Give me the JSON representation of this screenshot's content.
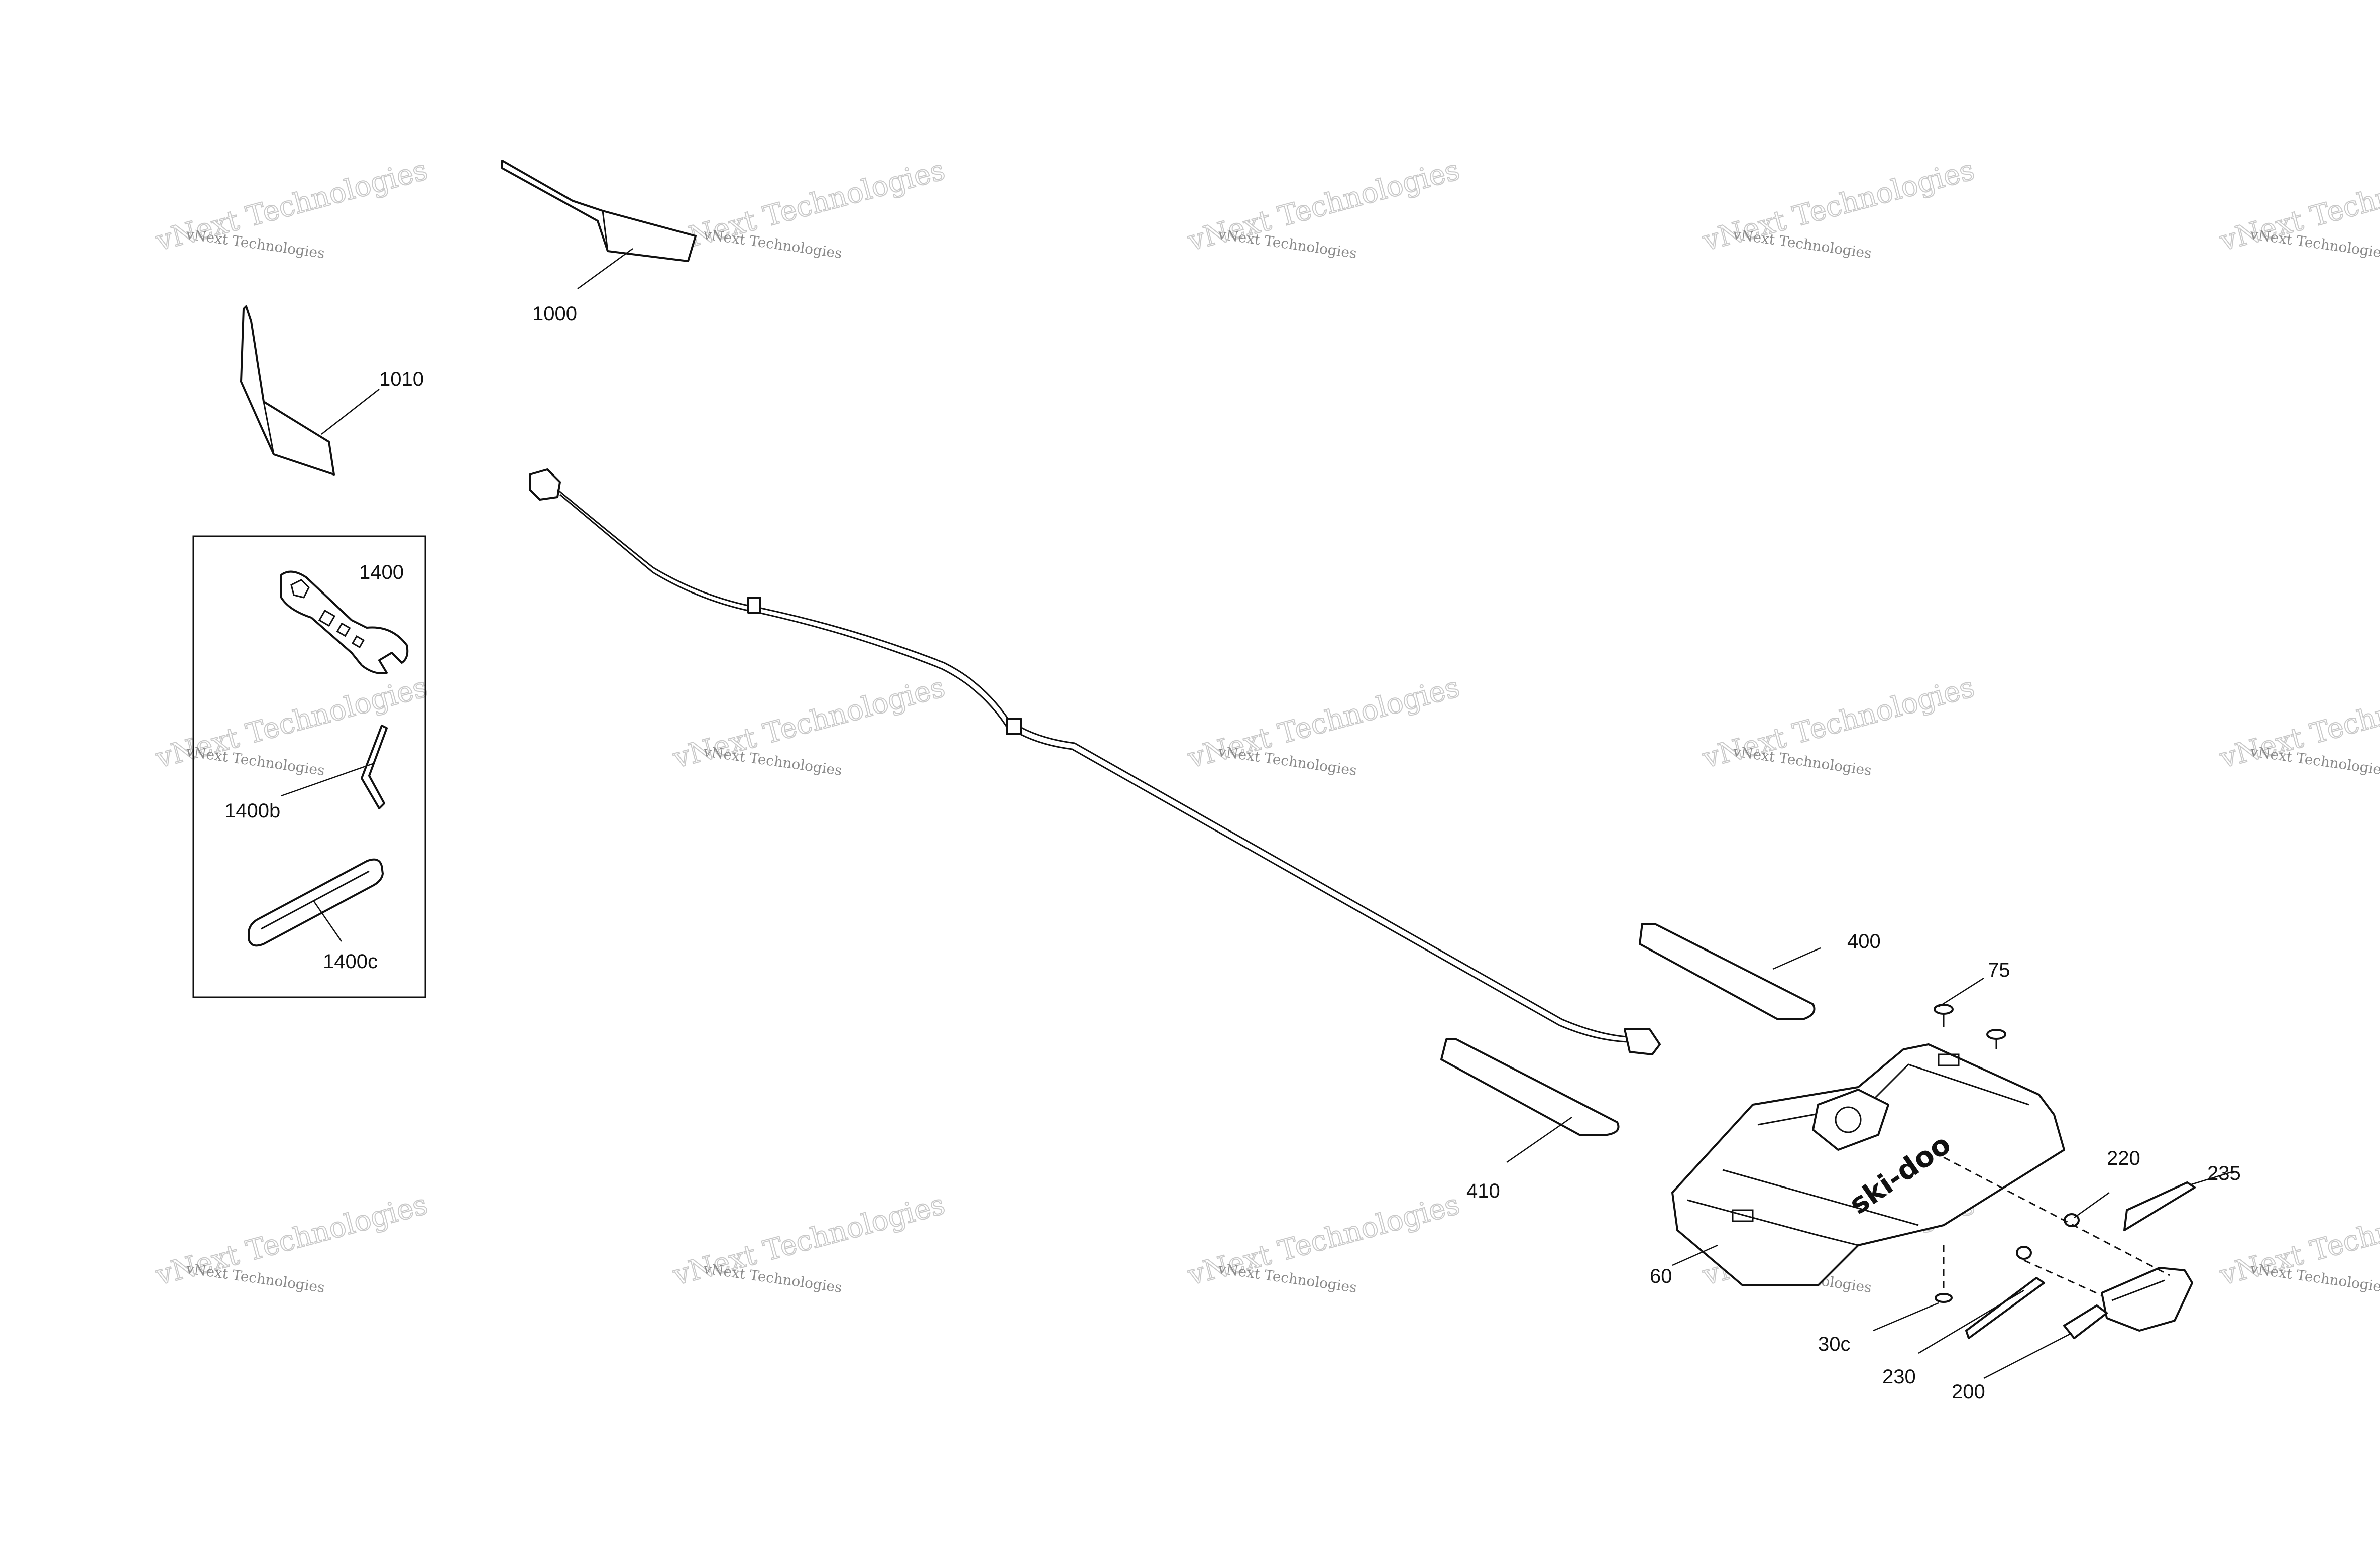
{
  "callouts": [
    {
      "id": "c1000",
      "label": "1000"
    },
    {
      "id": "c1010",
      "label": "1010"
    },
    {
      "id": "c1400",
      "label": "1400"
    },
    {
      "id": "c1400b",
      "label": "1400b"
    },
    {
      "id": "c1400c",
      "label": "1400c"
    },
    {
      "id": "c400",
      "label": "400"
    },
    {
      "id": "c75",
      "label": "75"
    },
    {
      "id": "c410",
      "label": "410"
    },
    {
      "id": "c220",
      "label": "220"
    },
    {
      "id": "c235",
      "label": "235"
    },
    {
      "id": "c60",
      "label": "60"
    },
    {
      "id": "c30c",
      "label": "30c"
    },
    {
      "id": "c230",
      "label": "230"
    },
    {
      "id": "c200",
      "label": "200"
    }
  ],
  "watermark": {
    "line1": "vNext Technologies",
    "line2": "vNext Technologies"
  },
  "brand_logo": "ski-doo"
}
